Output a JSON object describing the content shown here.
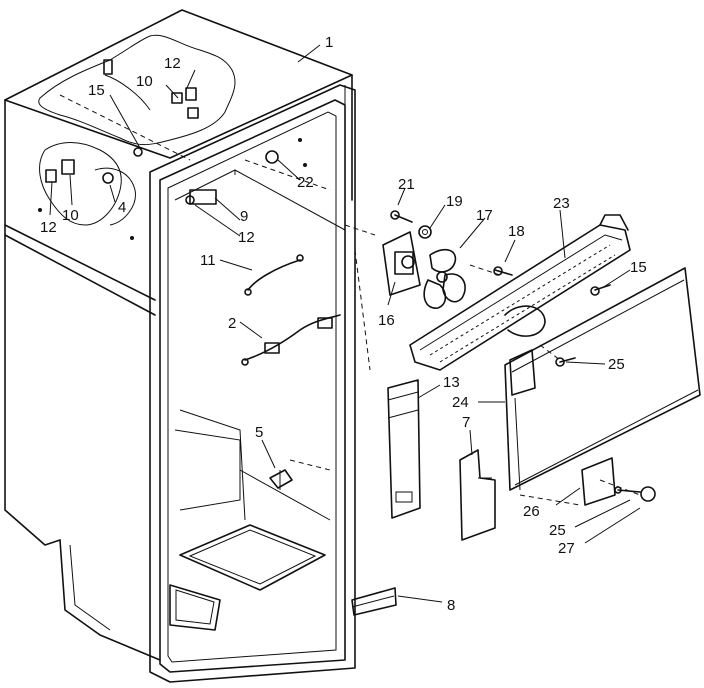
{
  "callouts": {
    "c1": "1",
    "c2": "2",
    "c4": "4",
    "c5": "5",
    "c7": "7",
    "c8": "8",
    "c9": "9",
    "c10a": "10",
    "c10b": "10",
    "c11": "11",
    "c12a": "12",
    "c12b": "12",
    "c12c": "12",
    "c13": "13",
    "c15a": "15",
    "c15b": "15",
    "c16": "16",
    "c17": "17",
    "c18": "18",
    "c19": "19",
    "c21": "21",
    "c22": "22",
    "c23": "23",
    "c24": "24",
    "c25a": "25",
    "c25b": "25",
    "c26": "26",
    "c27": "27"
  }
}
